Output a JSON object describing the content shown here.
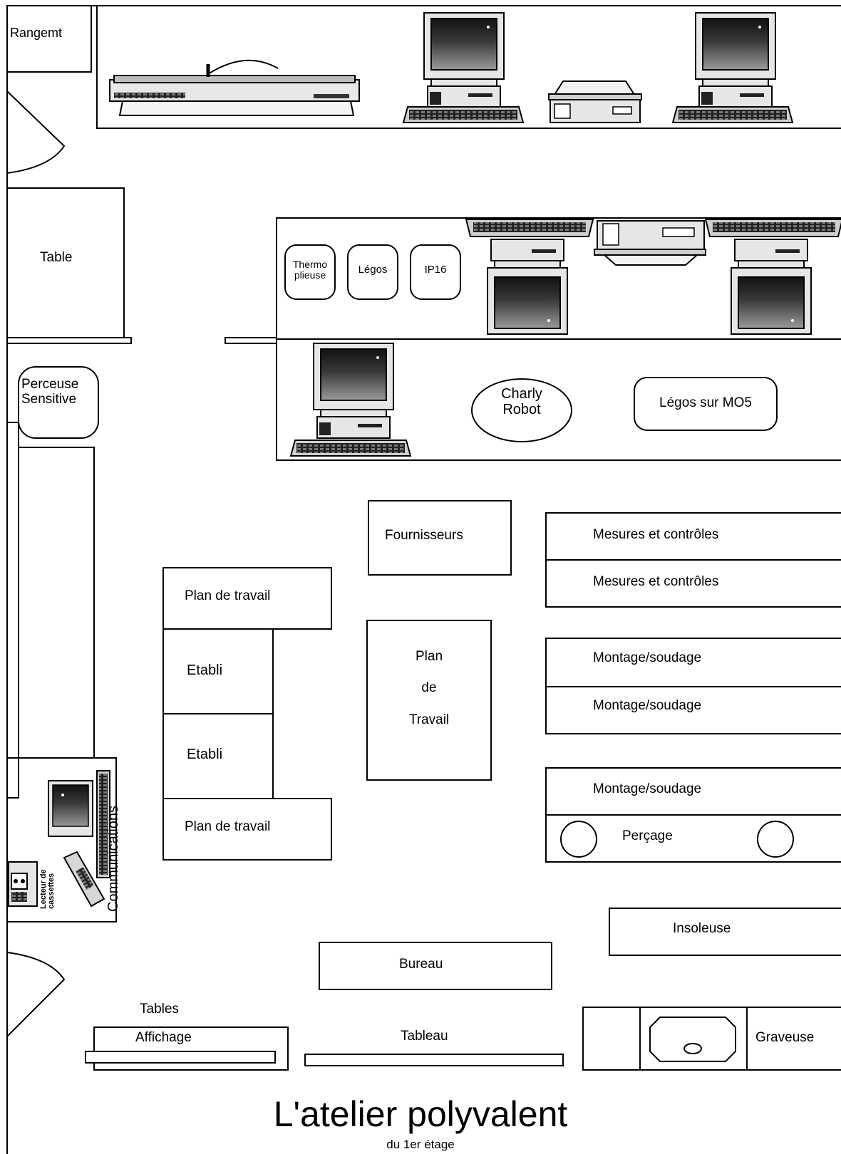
{
  "title": "L'atelier polyvalent",
  "subtitle": "du 1er étage",
  "labels": {
    "rangement": "Rangemt",
    "table": "Table",
    "perceuse": "Perceuse\nSensitive",
    "thermo": "Thermo\nplieuse",
    "legos": "Légos",
    "ip16": "IP16",
    "charly": "Charly\nRobot",
    "legos_mo5": "Légos sur MO5",
    "fournisseurs": "Fournisseurs",
    "mesures_1": "Mesures et contrôles",
    "mesures_2": "Mesures et contrôles",
    "plan_travail_1": "Plan de travail",
    "plan_center": "Plan\n\nde\n\nTravail",
    "etabli_1": "Etabli",
    "etabli_2": "Etabli",
    "plan_travail_2": "Plan de travail",
    "montage_1": "Montage/soudage",
    "montage_2": "Montage/soudage",
    "montage_3": "Montage/soudage",
    "percage": "Perçage",
    "communications": "Communications",
    "lecteur": "Lecteur de\ncassettes",
    "insoleuse": "Insoleuse",
    "bureau": "Bureau",
    "tables": "Tables",
    "affichage": "Affichage",
    "tableau": "Tableau",
    "graveuse": "Graveuse"
  },
  "equipment_icons": [
    "computer-icon",
    "keyboard-icon",
    "printer-icon",
    "plotter-icon",
    "phone-icon",
    "cassette-player-icon"
  ],
  "colors": {
    "line": "#000000",
    "background": "#ffffff"
  }
}
